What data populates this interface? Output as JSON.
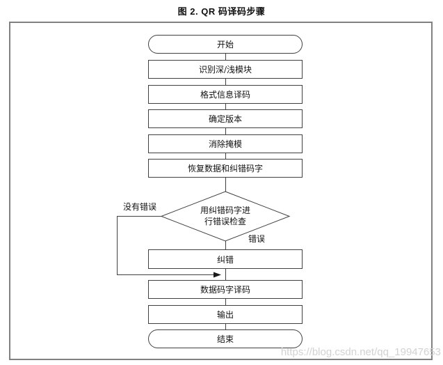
{
  "figure_title": "图 2. QR 码译码步骤",
  "flowchart": {
    "nodes": [
      {
        "id": "start",
        "type": "terminal",
        "label": "开始"
      },
      {
        "id": "identify-modules",
        "type": "process",
        "label": "识别深/浅模块"
      },
      {
        "id": "format-info-decode",
        "type": "process",
        "label": "格式信息译码"
      },
      {
        "id": "determine-version",
        "type": "process",
        "label": "确定版本"
      },
      {
        "id": "remove-mask",
        "type": "process",
        "label": "消除掩模"
      },
      {
        "id": "restore-data-ecc",
        "type": "process",
        "label": "恢复数据和纠错码字"
      },
      {
        "id": "error-check",
        "type": "decision",
        "label": "用纠错码字进行错误检查",
        "line1": "用纠错码字进",
        "line2": "行错误检查"
      },
      {
        "id": "correct-errors",
        "type": "process",
        "label": "纠错"
      },
      {
        "id": "data-codeword-decode",
        "type": "process",
        "label": "数据码字译码"
      },
      {
        "id": "output",
        "type": "process",
        "label": "输出"
      },
      {
        "id": "end",
        "type": "terminal",
        "label": "结束"
      }
    ],
    "branch_labels": {
      "no_error": "没有错误",
      "error": "错误"
    }
  },
  "watermark": "https://blog.csdn.net/qq_19947653",
  "colors": {
    "flow_line": "#3f3f3f",
    "outer_border": "#808080",
    "text": "#111111",
    "watermark": "#d2d2d2",
    "background": "#ffffff"
  }
}
